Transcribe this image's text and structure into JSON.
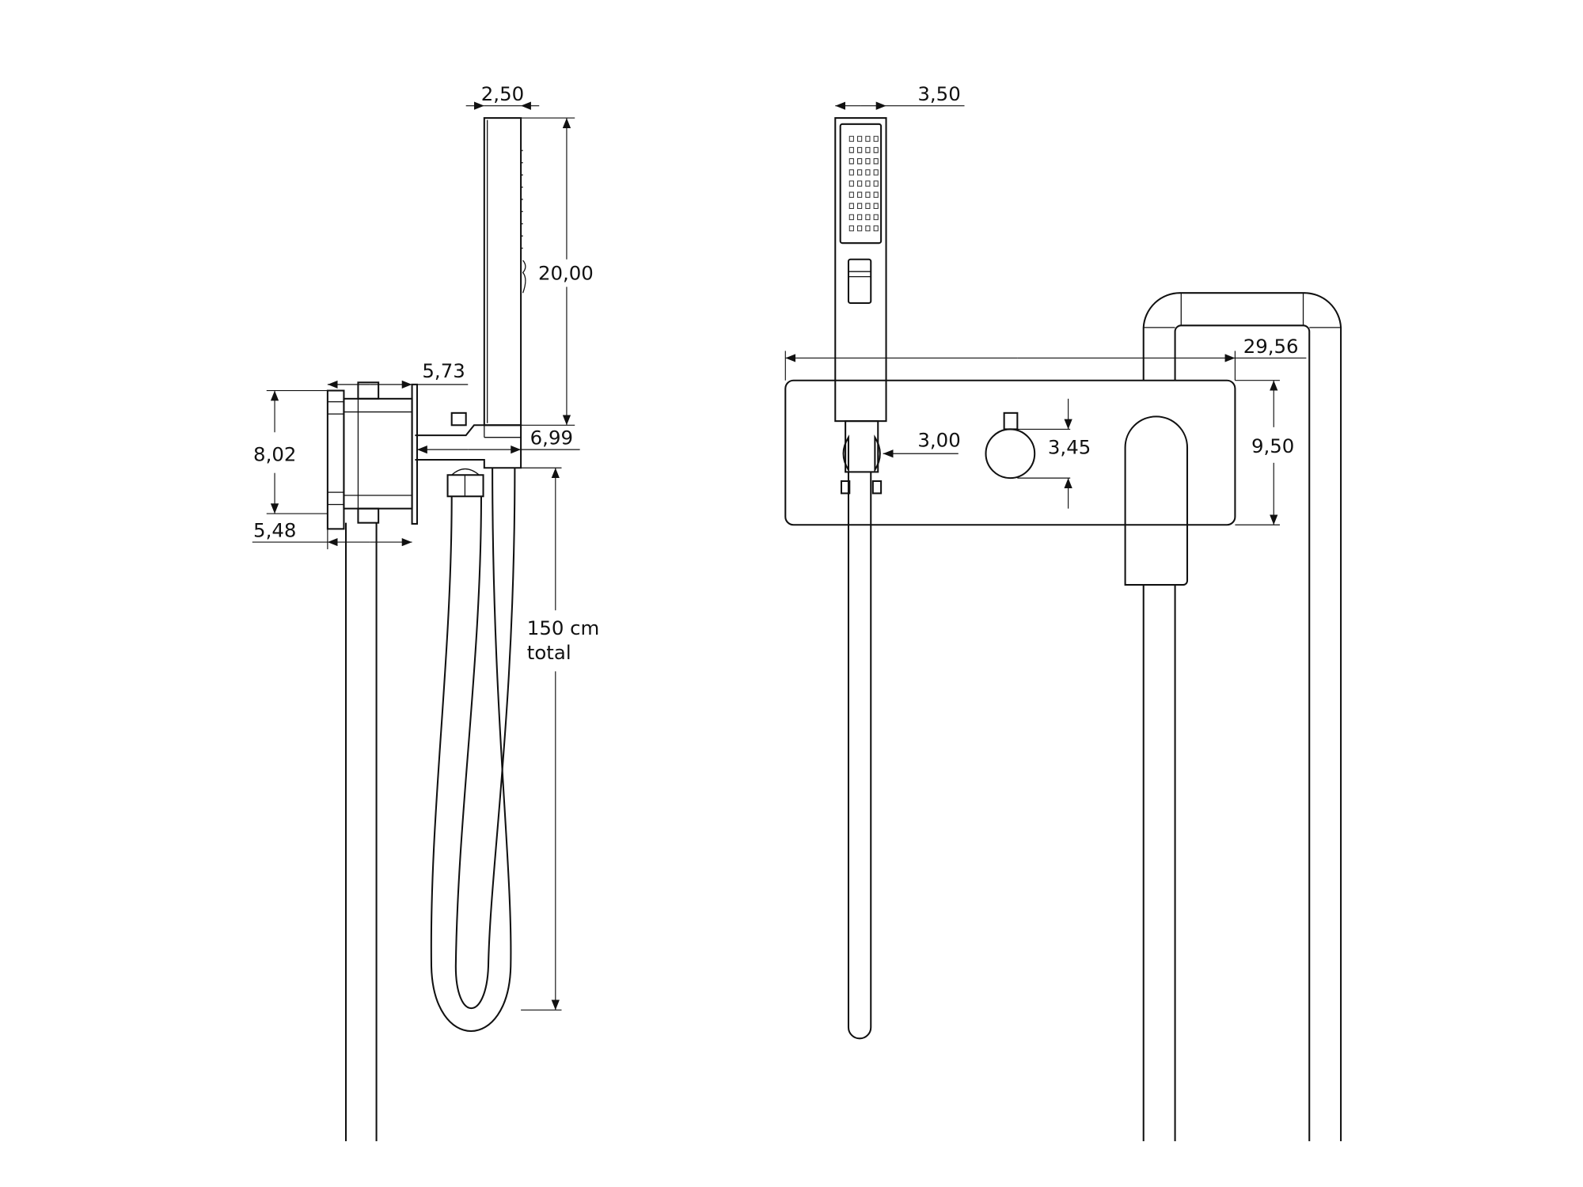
{
  "drawing": {
    "side_view": {
      "handshower_width": "2,50",
      "handshower_length": "20,00",
      "body_depth": "5,73",
      "body_height": "8,02",
      "flange_depth": "5,48",
      "outlet_projection": "6,99",
      "hose_length": "150 cm",
      "hose_length_note": "total"
    },
    "front_view": {
      "handshower_width": "3,50",
      "holder_diameter": "3,00",
      "knob_diameter": "3,45",
      "plate_width": "29,56",
      "plate_height": "9,50"
    }
  }
}
